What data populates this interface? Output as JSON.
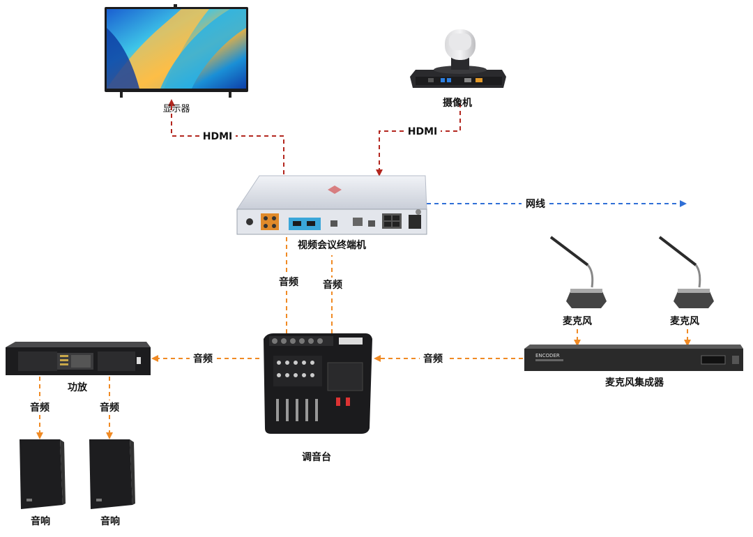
{
  "colors": {
    "hdmi_wire": "#b3261e",
    "audio_wire": "#f08a24",
    "network_wire": "#2f6fd6"
  },
  "devices": {
    "display": "显示器",
    "camera": "摄像机",
    "terminal": "视频会议终端机",
    "mixer": "调音台",
    "amplifier": "功放",
    "mic_integrator": "麦克风集成器",
    "mic_left": "麦克风",
    "mic_right": "麦克风",
    "speaker_left": "音响",
    "speaker_right": "音响"
  },
  "links": {
    "hdmi_display": "HDMI",
    "hdmi_camera": "HDMI",
    "network": "网线",
    "audio_up_left": "音频",
    "audio_up_right": "音频",
    "audio_mixer_amp": "音频",
    "audio_mic_mixer": "音频",
    "audio_amp_spk_left": "音频",
    "audio_amp_spk_right": "音频"
  },
  "equipment_text": {
    "integrator_brand": "ENCODER"
  }
}
